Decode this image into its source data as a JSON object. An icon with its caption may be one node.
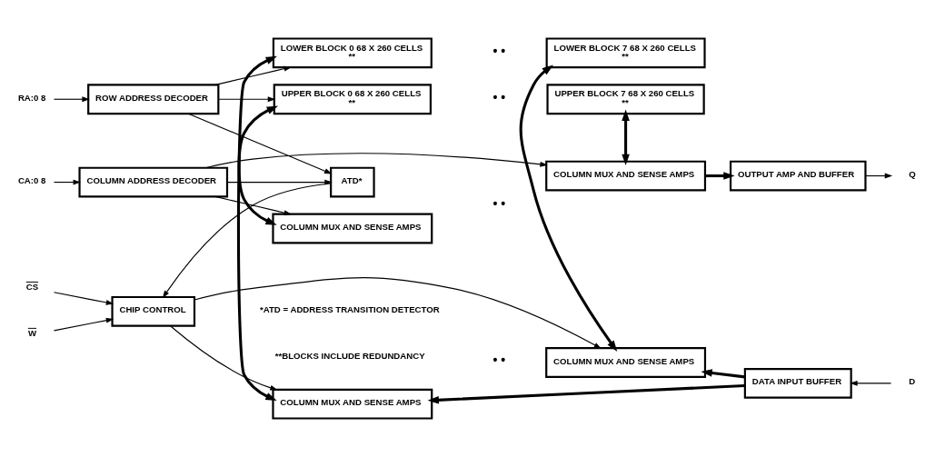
{
  "diagram": {
    "nodes": [
      {
        "text": [
          "RA:0 8"
        ]
      },
      {
        "text": [
          "ROW ADDRESS DECODER"
        ]
      },
      {
        "text": [
          "ATD*"
        ]
      },
      {
        "text": [
          "UPPER BLOCK 0 68 X 260 CELLS",
          "**"
        ]
      },
      {
        "text": [
          "UPPER BLOCK 7 68 X 260 CELLS",
          "**"
        ]
      },
      {
        "text": [
          "Q"
        ]
      },
      {
        "text": [
          "OUTPUT AMP AND BUFFER"
        ]
      },
      {
        "text": [
          "COLUMN MUX AND SENSE AMPS"
        ]
      },
      {
        "text": [
          "COLUMN MUX AND SENSE AMPS"
        ]
      },
      {
        "text": [
          "CA:0 8"
        ]
      },
      {
        "text": [
          "COLUMN ADDRESS DECODER"
        ]
      },
      {
        "text": [
          "COLUMN MUX AND SENSE AMPS"
        ]
      },
      {
        "text": [
          "COLUMN MUX AND SENSE AMPS"
        ]
      },
      {
        "text": [
          "CS"
        ]
      },
      {
        "text": [
          "CHIP CONTROL"
        ]
      },
      {
        "text": [
          "W"
        ]
      },
      {
        "text": [
          "DATA INPUT BUFFER"
        ]
      },
      {
        "text": [
          "LOWER BLOCK 0 68 X 260 CELLS",
          "**"
        ]
      },
      {
        "text": [
          "LOWER BLOCK 7 68 X 260 CELLS",
          "**"
        ]
      },
      {
        "text": [
          "D"
        ]
      }
    ],
    "edges": [
      {
        "from": 0,
        "to": 1,
        "arrow": "to"
      },
      {
        "from": 9,
        "to": 10,
        "arrow": "to"
      },
      {
        "from": 13,
        "to": 14,
        "arrow": "to"
      },
      {
        "from": 15,
        "to": 14,
        "arrow": "to"
      },
      {
        "from": 1,
        "to": 3,
        "arrow": "to"
      },
      {
        "from": 1,
        "to": 17,
        "arrow": "to"
      },
      {
        "from": 1,
        "to": 2,
        "arrow": "to"
      },
      {
        "from": 10,
        "to": 2,
        "arrow": "to"
      },
      {
        "from": 2,
        "to": 14,
        "arrow": "to"
      },
      {
        "from": 10,
        "to": 7,
        "arrow": "to"
      },
      {
        "from": 10,
        "to": 8,
        "arrow": "to"
      },
      {
        "from": 14,
        "to": 11,
        "arrow": "to"
      },
      {
        "from": 14,
        "to": 12,
        "arrow": "to"
      },
      {
        "from": 3,
        "to": 7,
        "arrow": "both",
        "style": "thick"
      },
      {
        "from": 4,
        "to": 8,
        "arrow": "both",
        "style": "thick"
      },
      {
        "from": 11,
        "to": 17,
        "arrow": "both",
        "style": "thick"
      },
      {
        "from": 12,
        "to": 18,
        "arrow": "both",
        "style": "thick"
      },
      {
        "from": 8,
        "to": 6,
        "arrow": "to",
        "style": "thick"
      },
      {
        "from": 16,
        "to": 11,
        "arrow": "to",
        "style": "thick"
      },
      {
        "from": 16,
        "to": 12,
        "arrow": "to",
        "style": "thick"
      },
      {
        "from": 6,
        "to": 5,
        "arrow": "to"
      },
      {
        "from": 19,
        "to": 16,
        "arrow": "to"
      }
    ],
    "labels": [
      "• •",
      "• •",
      "• •",
      "• •",
      "*ATD = ADDRESS TRANSITION DETECTOR",
      "**BLOCKS INCLUDE REDUNDANCY"
    ]
  }
}
